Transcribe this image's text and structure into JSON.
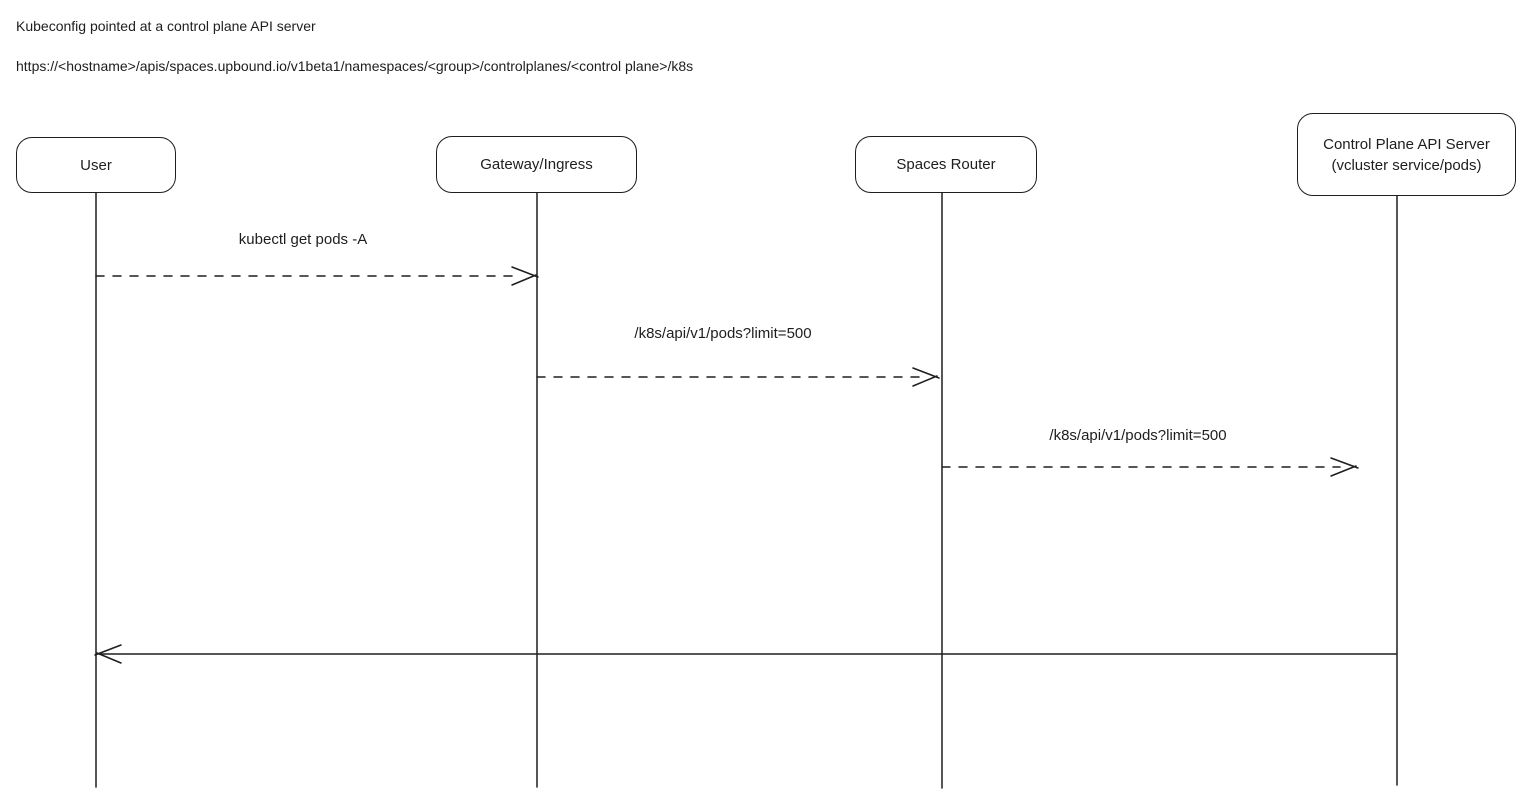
{
  "page": {
    "title_line": "Kubeconfig pointed at a control plane API server",
    "url_line": "https://<hostname>/apis/spaces.upbound.io/v1beta1/namespaces/<group>/controlplanes/<control plane>/k8s"
  },
  "colors": {
    "background": "#ffffff",
    "stroke": "#1e1e1e",
    "text": "#1e1e1e"
  },
  "diagram": {
    "type": "sequence-diagram",
    "actors": [
      {
        "id": "user",
        "label": "User"
      },
      {
        "id": "gateway",
        "label": "Gateway/Ingress"
      },
      {
        "id": "spaces-router",
        "label": "Spaces Router"
      },
      {
        "id": "control-plane",
        "label": "Control Plane API Server",
        "sublabel": "(vcluster service/pods)"
      }
    ],
    "messages": [
      {
        "from": "user",
        "to": "gateway",
        "label": "kubectl get pods -A",
        "line_style": "dashed",
        "direction": "right"
      },
      {
        "from": "gateway",
        "to": "spaces-router",
        "label": "/k8s/api/v1/pods?limit=500",
        "line_style": "dashed",
        "direction": "right"
      },
      {
        "from": "spaces-router",
        "to": "control-plane",
        "label": "/k8s/api/v1/pods?limit=500",
        "line_style": "dashed",
        "direction": "right"
      },
      {
        "from": "control-plane",
        "to": "user",
        "label": "",
        "line_style": "solid",
        "direction": "left"
      }
    ]
  }
}
